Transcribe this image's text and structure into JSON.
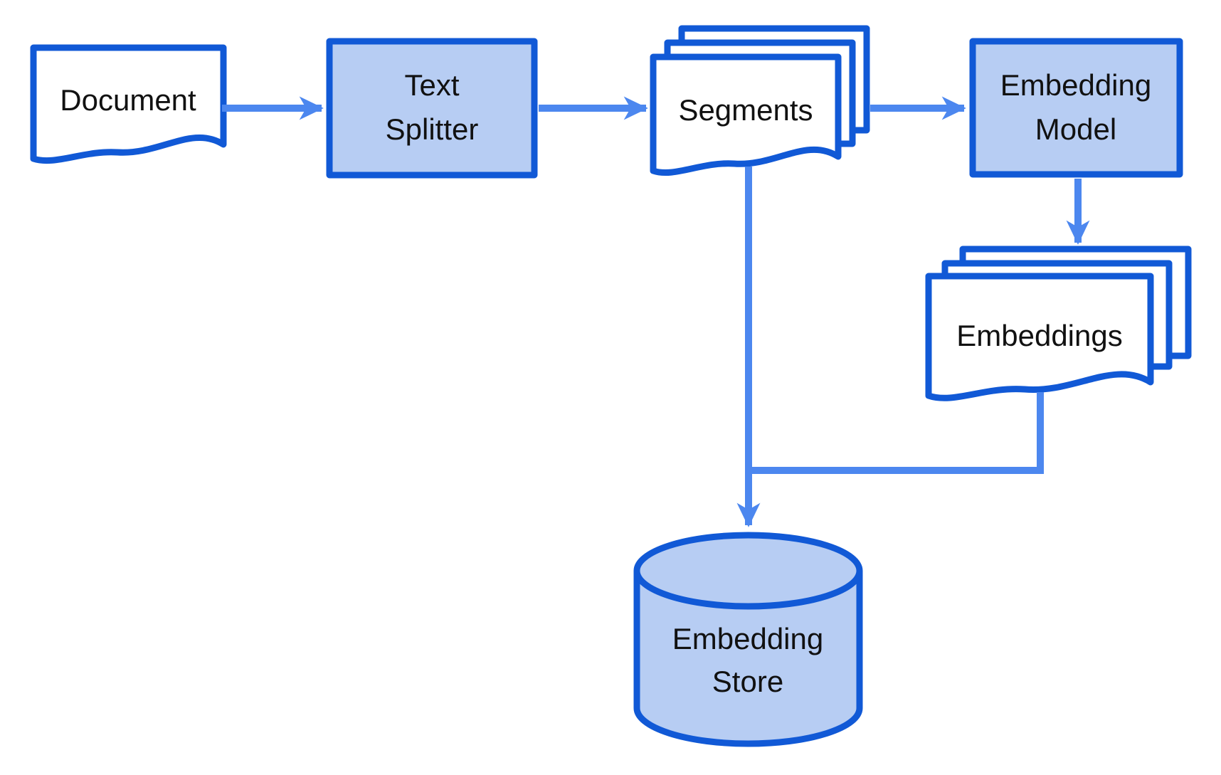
{
  "diagram": {
    "colors": {
      "shape_border": "#1159d6",
      "shape_fill": "#b7cdf3",
      "doc_fill": "#ffffff",
      "connector": "#4c87ef",
      "text": "#111111",
      "background": "#ffffff"
    },
    "nodes": {
      "document": {
        "type": "document",
        "label": "Document"
      },
      "text_splitter": {
        "type": "process",
        "label": "Text Splitter",
        "line1": "Text",
        "line2": "Splitter"
      },
      "segments": {
        "type": "multi-document",
        "label": "Segments"
      },
      "embedding_model": {
        "type": "process",
        "label": "Embedding Model",
        "line1": "Embedding",
        "line2": "Model"
      },
      "embeddings": {
        "type": "multi-document",
        "label": "Embeddings"
      },
      "embedding_store": {
        "type": "database",
        "label": "Embedding Store",
        "line1": "Embedding",
        "line2": "Store"
      }
    },
    "edges": [
      {
        "from": "document",
        "to": "text_splitter"
      },
      {
        "from": "text_splitter",
        "to": "segments"
      },
      {
        "from": "segments",
        "to": "embedding_model"
      },
      {
        "from": "embedding_model",
        "to": "embeddings"
      },
      {
        "from": "embeddings",
        "to": "embedding_store"
      },
      {
        "from": "segments",
        "to": "embedding_store"
      }
    ]
  }
}
